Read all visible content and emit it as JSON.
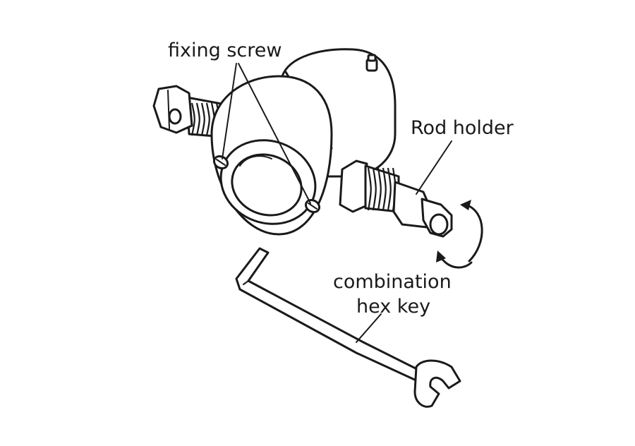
{
  "labels": {
    "fixing_screw": "fixing screw",
    "rod_holder": "Rod holder",
    "hex_key_line1": "combination",
    "hex_key_line2": "hex key"
  },
  "colors": {
    "ink": "#1a1a1a",
    "background": "#ffffff"
  }
}
